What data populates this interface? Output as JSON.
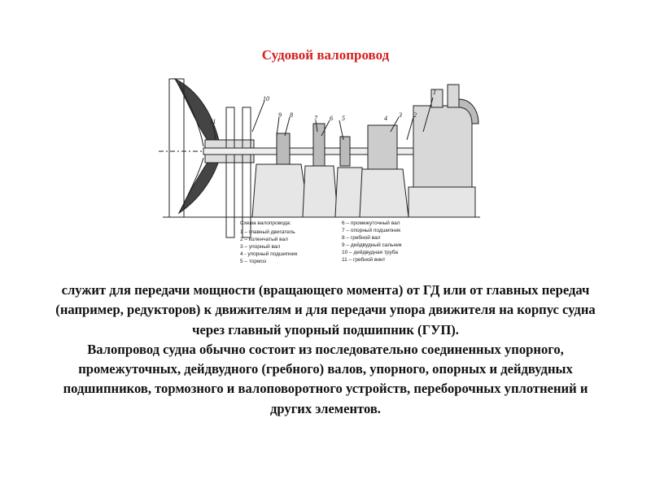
{
  "title": "Судовой валопровод",
  "figure": {
    "part_numbers": [
      "1",
      "2",
      "3",
      "4",
      "5",
      "6",
      "7",
      "8",
      "9",
      "10",
      "11"
    ],
    "legend_title": "Схема валопровода:",
    "legend_left": [
      "1 – главный двигатель",
      "2 – коленчатый вал",
      "3 – упорный вал",
      "4 - упорный подшипник",
      "5 – тормоз"
    ],
    "legend_right": [
      "6 – промежуточный вал",
      "7 – опорный подшипник",
      "8 – гребной вал",
      "9 – дейдвудный сальник",
      "10 – дейдвудная труба",
      "11 – гребной винт"
    ]
  },
  "body": {
    "paragraph1": "служит для передачи мощности (вращающего момента) от ГД или от главных передач (например, редукторов) к движителям и для передачи упора движителя на корпус судна через главный упорный подшипник (ГУП).",
    "paragraph2": "Валопровод судна обычно состоит из последовательно соединенных упорного, промежуточных, дейдвудного (гребного) валов, упорного, опорных и дейдвудных подшипников, тормозного и валоповоротного устройств, переборочных уплотнений и других элементов."
  }
}
